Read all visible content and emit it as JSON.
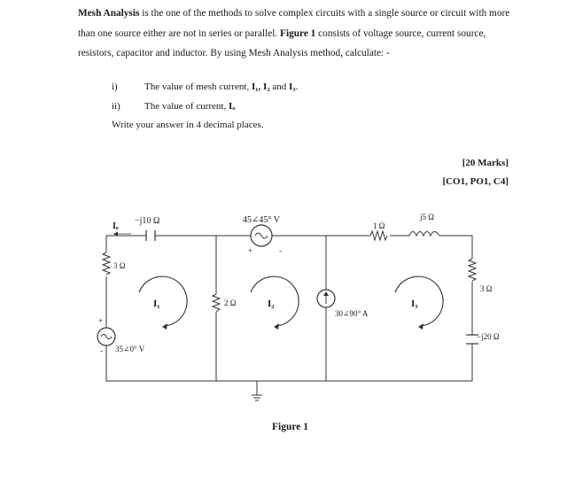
{
  "intro": {
    "term": "Mesh Analysis",
    "text1": " is the one of the methods to solve complex circuits with a single source or circuit with more than one source either are not in series or parallel. ",
    "fig_ref": "Figure 1",
    "text2": " consists of voltage source, current source, resistors, capacitor and inductor. By using Mesh Analysis method, calculate: -"
  },
  "questions": [
    {
      "num": "i)",
      "text": "The value of mesh current, ",
      "bold": "I₁, I₂",
      "mid": " and ",
      "bold2": "I₃",
      "end": "."
    },
    {
      "num": "ii)",
      "text": "The value of current, ",
      "bold": "Iₒ",
      "end": ""
    }
  ],
  "instruction": "Write your answer in 4 decimal places.",
  "marks": "[20 Marks]",
  "co": "[CO1, PO1, C4]",
  "circuit": {
    "io_label": "Iₒ",
    "cap1": "−j10 Ω",
    "vsrc1": "45∠45° V",
    "r1": "1 Ω",
    "l1": "j5 Ω",
    "r_left": "3 Ω",
    "r_mid": "2 Ω",
    "r_right": "3 Ω",
    "cap2": "−j20 Ω",
    "isrc": "30∠90° A",
    "vsrc2": "35∠0° V",
    "mesh1": "I₁",
    "mesh2": "I₂",
    "mesh3": "I₃",
    "plus": "+",
    "minus": "-"
  },
  "caption": "Figure 1"
}
